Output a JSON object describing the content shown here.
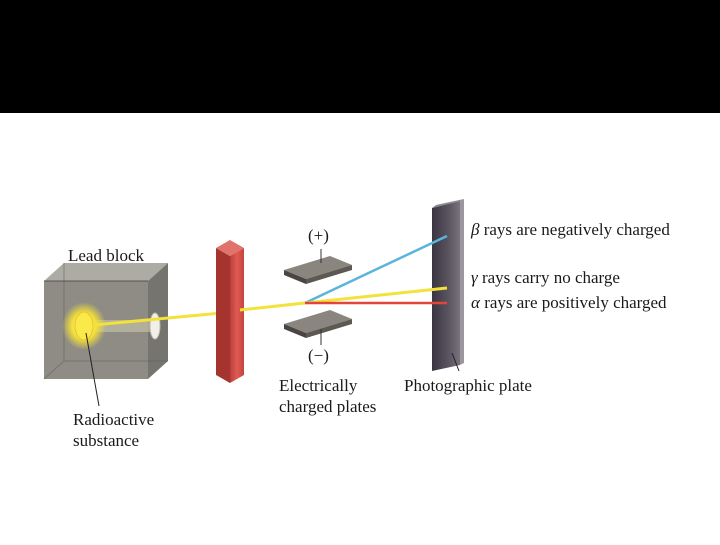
{
  "labels": {
    "lead_block": "Lead block",
    "radioactive_line1": "Radioactive",
    "radioactive_line2": "substance",
    "plate_plus": "(+)",
    "plate_minus": "(−)",
    "electrically_line1": "Electrically",
    "electrically_line2": "charged plates",
    "photographic_plate": "Photographic plate"
  },
  "rays": [
    {
      "symbol": "β",
      "text": " rays are negatively charged",
      "color": "#5ab4dc"
    },
    {
      "symbol": "γ",
      "text": " rays carry no charge",
      "color": "#f2e23a"
    },
    {
      "symbol": "α",
      "text": " rays are positively charged",
      "color": "#e2463a"
    }
  ],
  "colors": {
    "header": "#000000",
    "lead_block": "#7a7870",
    "collimator_plate": "#d9504a",
    "charged_plates": "#6b6560",
    "photographic_plate": "#4b4550",
    "glow": "#f6e54a"
  }
}
